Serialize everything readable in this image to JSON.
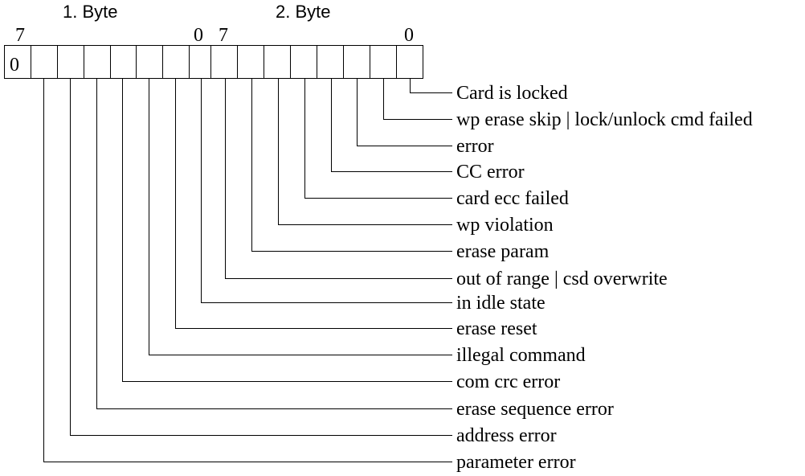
{
  "headers": {
    "byte1_title": "1. Byte",
    "byte2_title": "2. Byte",
    "byte1_msb": "7",
    "byte1_lsb": "0",
    "byte2_msb": "7",
    "byte2_lsb": "0"
  },
  "register": {
    "first_bit_value": "0"
  },
  "bits": [
    "Card is locked",
    "wp erase skip | lock/unlock cmd failed",
    "error",
    "CC error",
    "card ecc failed",
    "wp violation",
    "erase param",
    "out of range | csd overwrite",
    "in idle state",
    "erase reset",
    "illegal command",
    "com crc error",
    "erase sequence error",
    "address error",
    "parameter error"
  ]
}
